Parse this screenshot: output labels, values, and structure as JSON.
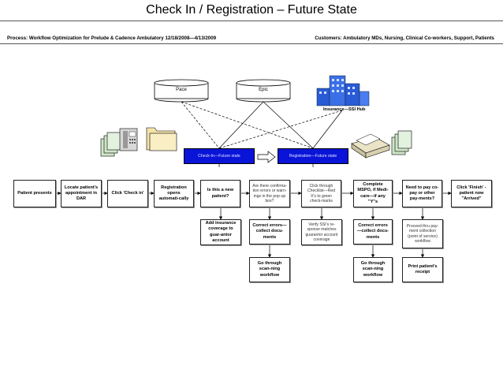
{
  "title": "Check In / Registration – Future State",
  "header": {
    "process": "Process:  Workflow Optimization for Prelude & Cadence Ambulatory  12/18/2008—4/13/2009",
    "customers": "Customers:  Ambulatory MDs, Nursing, Clinical Co-workers, Support, Patients"
  },
  "systems": {
    "pace": "Pace",
    "epic": "Epic",
    "hub": "Insurance—SSI Hub"
  },
  "states": {
    "checkin": "Check-In—Future state",
    "registration": "Registration—Future state"
  },
  "steps": {
    "s1": "Patient presents",
    "s2": "Locate patient's appointment in DAR",
    "s3": "Click 'Check in'",
    "s4": "Registration opens automati-cally",
    "s5": "Is this a new patient?",
    "s6": "Are there confirma-tion errors or warn-ings in the pop-up box?",
    "s7": "Click through Checklist—Red X's to green check-marks",
    "s8": "Complete MSPO, if Medi-care—if any \"Y\"s",
    "s9": "Need to pay co-pay or other pay-ments?",
    "s10": "Click 'Finish' - patient now \"Arrived\""
  },
  "branches": {
    "b1": "Add insurance coverage to guar-antor account",
    "b2": "Correct errors—collect docu-ments",
    "b3": "Verify SSI's re-sponse matches guarantor account coverage",
    "b4": "Correct errors—collect docu-ments",
    "b5": "Proceed thru pay-ment collection (point of service) workflow",
    "c1": "Go through scan-ning workflow",
    "c2": "Go through scan-ning workflow",
    "c3": "Print patient's receipt"
  },
  "icons": {
    "documents_left": "documents-icon",
    "phone": "phone-icon",
    "folder": "folder-icon",
    "building": "building-icon",
    "scanner": "scanner-icon",
    "documents_right": "documents-icon",
    "arrow": "block-arrow-icon"
  },
  "colors": {
    "state_box": "#0a14d8",
    "building": "#2a5bd7"
  }
}
